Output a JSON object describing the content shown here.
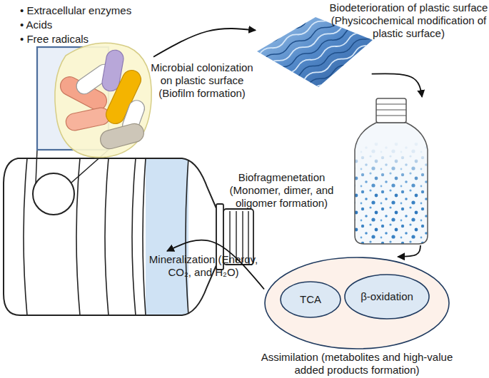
{
  "diagram": {
    "nodes": [
      {
        "text": [
          "• Extracellular enzymes",
          "• Acids",
          "• Free radicals"
        ]
      },
      {
        "text": [
          "Biodeterioration of plastic surface (Physicochemical modification of plastic surface)"
        ]
      },
      {
        "text": [
          "Biofragmenetation (Monomer, dimer, and oligomer formation)"
        ]
      },
      {
        "text": [
          "Assimilation (metabolites and high-value added products formation)"
        ]
      },
      {
        "text": [
          "TCA"
        ],
        "in": 3
      },
      {
        "text": [
          "β-oxidation"
        ],
        "in": 3
      },
      {
        "text": [
          "Mineralization (Energy, CO₂, and H₂O)"
        ]
      }
    ],
    "edges": [
      {
        "from": 0,
        "to": 1,
        "arrow": "to",
        "label": "Microbial colonization on plastic surface (Biofilm formation)"
      },
      {
        "from": 1,
        "to": 2,
        "arrow": "to"
      },
      {
        "from": 2,
        "to": 3,
        "arrow": "to"
      },
      {
        "from": 3,
        "to": 6,
        "arrow": "to"
      }
    ]
  }
}
